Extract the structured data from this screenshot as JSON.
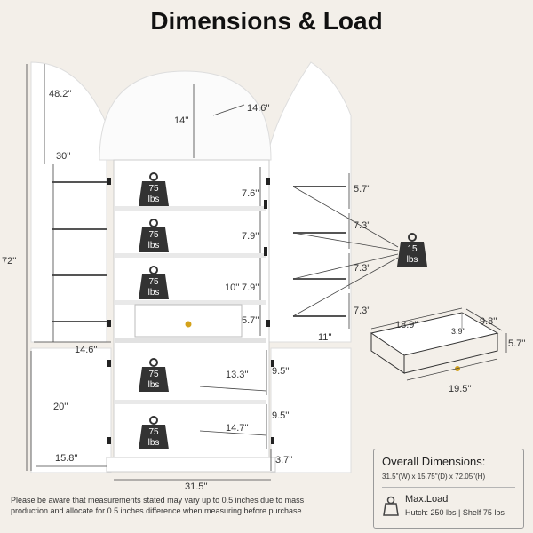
{
  "title": "Dimensions & Load",
  "dimensions": {
    "door_height": "48.2''",
    "arch_height": "14''",
    "arch_width": "14.6''",
    "door_lower_height": "30''",
    "overall_height": "72''",
    "shelf_gap_1": "7.6''",
    "shelf_gap_2": "7.9''",
    "shelf_gap_3": "7.9''",
    "shelf_depth": "10''",
    "drawer_gap": "5.7''",
    "door_rack_gap_1": "5.7''",
    "door_rack_gap_2": "7.3''",
    "door_rack_gap_3": "7.3''",
    "door_rack_gap_4": "7.3''",
    "door_width_left": "14.6''",
    "door_width_right": "11''",
    "lower_depth": "13.3''",
    "lower_gap_1": "9.5''",
    "lower_gap_2": "9.5''",
    "lower_width": "14.7''",
    "lower_door_height": "20''",
    "lower_door_width": "15.8''",
    "base_height": "3.7''",
    "overall_width": "31.5''"
  },
  "weights": {
    "shelf": "75",
    "shelf_unit": "lbs",
    "door_rack": "15",
    "door_rack_unit": "lbs"
  },
  "drawer": {
    "width_inner": "18.9''",
    "depth": "9.8''",
    "height_inner": "3.9''",
    "height": "5.7''",
    "width": "19.5''"
  },
  "note": "Please be aware that measurements stated may vary up to 0.5 inches due to mass production and allocate for 0.5 inches difference when measuring before purchase.",
  "overall": {
    "heading": "Overall Dimensions:",
    "dims": "31.5\"(W) x 15.75\"(D) x 72.05\"(H)",
    "max_heading": "Max.Load",
    "max_detail": "Hutch: 250 lbs | Shelf 75 lbs"
  }
}
